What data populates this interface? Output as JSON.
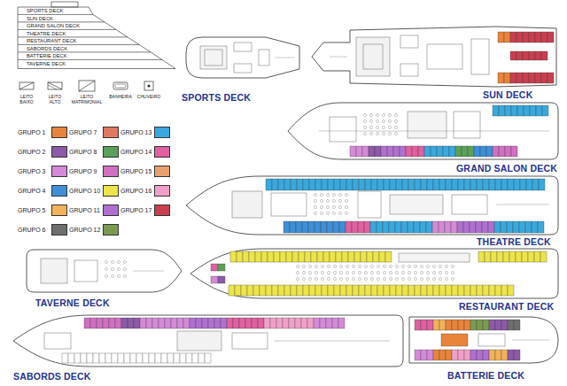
{
  "diagram": {
    "labels": [
      "SPORTS DECK",
      "SUN DECK",
      "GRAND SALON DECK",
      "THEATRE DECK",
      "RESTAURANT DECK",
      "SABORDS DECK",
      "BATTERIE DECK",
      "TAVERNE DECK",
      "SPORTS DECK",
      "SUN DECK",
      "GRAND SALON DECK",
      "THEATRE DECK",
      "TAVERNE DECK",
      "RESTAURANT DECK",
      "SABORDS DECK",
      "BATTERIE DECK"
    ],
    "legend": [
      {
        "text": "LEITO BAIXO"
      },
      {
        "text": "LEITO ALTO"
      },
      {
        "text": "LEITO MATRIMONIAL"
      },
      {
        "text": "BANHEIRA"
      },
      {
        "text": "CHUVEIRO"
      },
      {
        "text": "GRUPO 1",
        "color": "#e8843c"
      },
      {
        "text": "GRUPO 2",
        "color": "#8c5aa6"
      },
      {
        "text": "GRUPO 3",
        "color": "#d48ad6"
      },
      {
        "text": "GRUPO 4",
        "color": "#3f8fd6"
      },
      {
        "text": "GRUPO 5",
        "color": "#f2b25a"
      },
      {
        "text": "GRUPO 6",
        "color": "#6e6e6e"
      },
      {
        "text": "GRUPO 7",
        "color": "#e07860"
      },
      {
        "text": "GRUPO 8",
        "color": "#5aa05a"
      },
      {
        "text": "GRUPO 9",
        "color": "#d070c0"
      },
      {
        "text": "GRUPO 10",
        "color": "#ece44a"
      },
      {
        "text": "GRUPO 11",
        "color": "#b070d0"
      },
      {
        "text": "GRUPO 12",
        "color": "#7a9a50"
      },
      {
        "text": "GRUPO 13",
        "color": "#3aa8dc"
      },
      {
        "text": "GRUPO 14",
        "color": "#e060a0"
      },
      {
        "text": "GRUPO 15",
        "color": "#e8a070"
      },
      {
        "text": "GRUPO 16",
        "color": "#f0a0c8"
      },
      {
        "text": "GRUPO 17",
        "color": "#c84050"
      }
    ]
  }
}
